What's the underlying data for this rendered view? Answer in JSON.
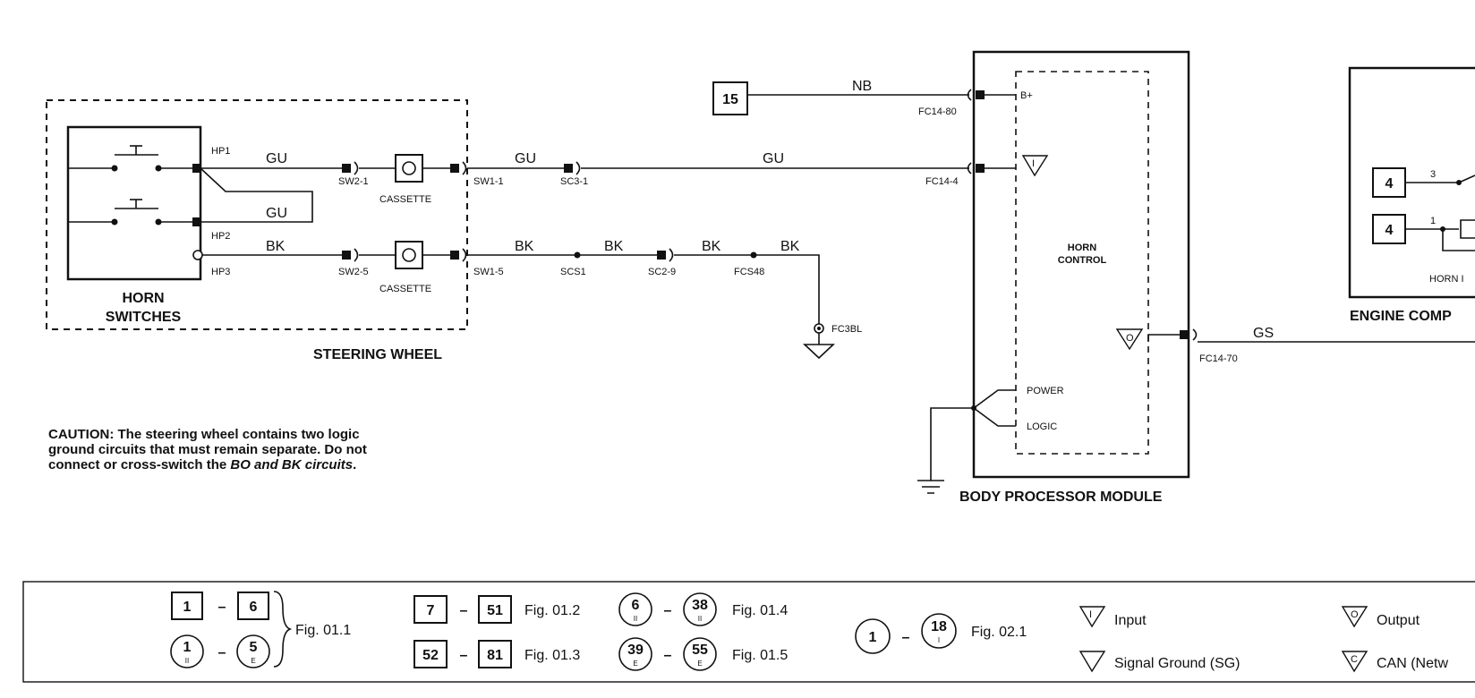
{
  "steering_wheel": {
    "title": "STEERING WHEEL",
    "horn_switches_line1": "HORN",
    "horn_switches_line2": "SWITCHES",
    "pins": [
      "HP1",
      "HP2",
      "HP3"
    ],
    "cassette": "CASSETTE"
  },
  "wires": {
    "gu": "GU",
    "bk": "BK",
    "nb": "NB",
    "gs": "GS"
  },
  "connectors": {
    "sw2_1": "SW2-1",
    "sw2_5": "SW2-5",
    "sw1_1": "SW1-1",
    "sw1_5": "SW1-5",
    "sc3_1": "SC3-1",
    "scs1": "SCS1",
    "sc2_9": "SC2-9",
    "fcs48": "FCS48",
    "fc3bl": "FC3BL",
    "fc14_80": "FC14-80",
    "fc14_4": "FC14-4",
    "fc14_70": "FC14-70"
  },
  "fuse_ref": "15",
  "bpm": {
    "title": "BODY PROCESSOR MODULE",
    "b_plus": "B+",
    "horn_control_line1": "HORN",
    "horn_control_line2": "CONTROL",
    "power": "POWER",
    "logic": "LOGIC",
    "input_symbol": "I",
    "output_symbol": "O"
  },
  "engine_comp": {
    "title": "ENGINE COMP",
    "ref_a": "4",
    "ref_b": "4",
    "pin_a": "3",
    "pin_b": "1",
    "horn_partial": "HORN I"
  },
  "caution": {
    "line1": "CAUTION:  The steering wheel contains two logic",
    "line2": "ground circuits that must remain separate.  Do not",
    "line3_plain": "connect or cross-switch the ",
    "line3_italic": "BO and BK circuits",
    "line3_end": "."
  },
  "legend": {
    "group1": {
      "box_a": "1",
      "box_b": "6",
      "circ_a": "1",
      "circ_a_sub": "II",
      "circ_b": "5",
      "circ_b_sub": "E",
      "fig": "Fig. 01.1"
    },
    "group2": {
      "row1_a": "7",
      "row1_b": "51",
      "row1_fig": "Fig. 01.2",
      "row2_a": "52",
      "row2_b": "81",
      "row2_fig": "Fig. 01.3"
    },
    "group3": {
      "row1_a": "6",
      "row1_a_sub": "II",
      "row1_b": "38",
      "row1_b_sub": "II",
      "row1_fig": "Fig. 01.4",
      "row2_a": "39",
      "row2_a_sub": "E",
      "row2_b": "55",
      "row2_b_sub": "E",
      "row2_fig": "Fig. 01.5"
    },
    "group4": {
      "a": "1",
      "b": "18",
      "b_sub": "I",
      "fig": "Fig. 02.1"
    },
    "dash": "–",
    "input_sym": "I",
    "input": "Input",
    "signal_ground": "Signal Ground (SG)",
    "output_sym": "O",
    "output": "Output",
    "can_sym": "C",
    "can": "CAN (Netw"
  }
}
